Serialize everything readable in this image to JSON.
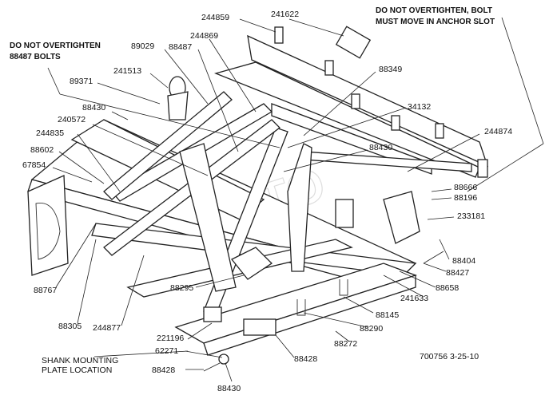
{
  "notes": {
    "top_left": [
      "DO NOT OVERTIGHTEN",
      "88487 BOLTS"
    ],
    "top_right": [
      "DO NOT OVERTIGHTEN, BOLT",
      "MUST MOVE IN ANCHOR SLOT"
    ],
    "bottom_left": [
      "SHANK MOUNTING",
      "PLATE LOCATION"
    ]
  },
  "drawing_number": "700756  3-25-10",
  "watermark": "ABTO",
  "part_labels": {
    "p244859": "244859",
    "p241622": "241622",
    "p89029": "89029",
    "p88487": "88487",
    "p244869": "244869",
    "p241513": "241513",
    "p89371": "89371",
    "p88349": "88349",
    "p88430a": "88430",
    "p34132": "34132",
    "p240572": "240572",
    "p244835": "244835",
    "p244874": "244874",
    "p88430b": "88430",
    "p88602": "88602",
    "p67854": "67854",
    "p88666": "88666",
    "p88196": "88196",
    "p233181": "233181",
    "p88404": "88404",
    "p88427": "88427",
    "p88767": "88767",
    "p88295": "88295",
    "p88658": "88658",
    "p241633": "241633",
    "p88305": "88305",
    "p244877": "244877",
    "p88145": "88145",
    "p221196": "221196",
    "p88290": "88290",
    "p62271": "62271",
    "p88272": "88272",
    "p88428a": "88428",
    "p88428b": "88428",
    "p88430c": "88430"
  }
}
